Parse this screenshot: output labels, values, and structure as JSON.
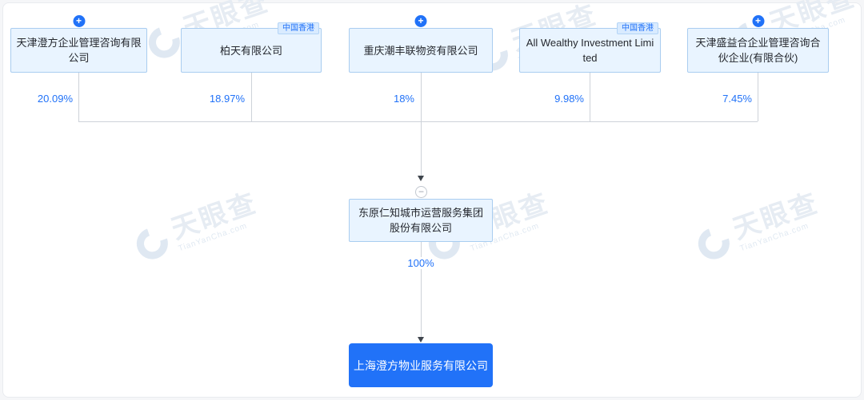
{
  "brand": {
    "name": "天眼查",
    "domain": "TianYanCha.com"
  },
  "icons": {
    "plus": "+",
    "minus": "−"
  },
  "colors": {
    "accent": "#2172f8",
    "box_bg": "#e9f4ff",
    "box_border": "#a9cdf0",
    "line": "#cdd2d9",
    "target_bg": "#2172f8"
  },
  "shareholders": [
    {
      "name": "天津澄方企业管理咨询有限公司",
      "percent": "20.09%"
    },
    {
      "name": "柏天有限公司",
      "percent": "18.97%",
      "tag": "中国香港"
    },
    {
      "name": "重庆潮丰联物资有限公司",
      "percent": "18%"
    },
    {
      "name": "All Wealthy Investment Limited",
      "percent": "9.98%",
      "tag": "中国香港"
    },
    {
      "name": "天津盛益合企业管理咨询合伙企业(有限合伙)",
      "percent": "7.45%"
    }
  ],
  "parent_company": {
    "name": "东原仁知城市运营服务集团股份有限公司"
  },
  "link": {
    "percent": "100%"
  },
  "target_company": {
    "name": "上海澄方物业服务有限公司"
  }
}
